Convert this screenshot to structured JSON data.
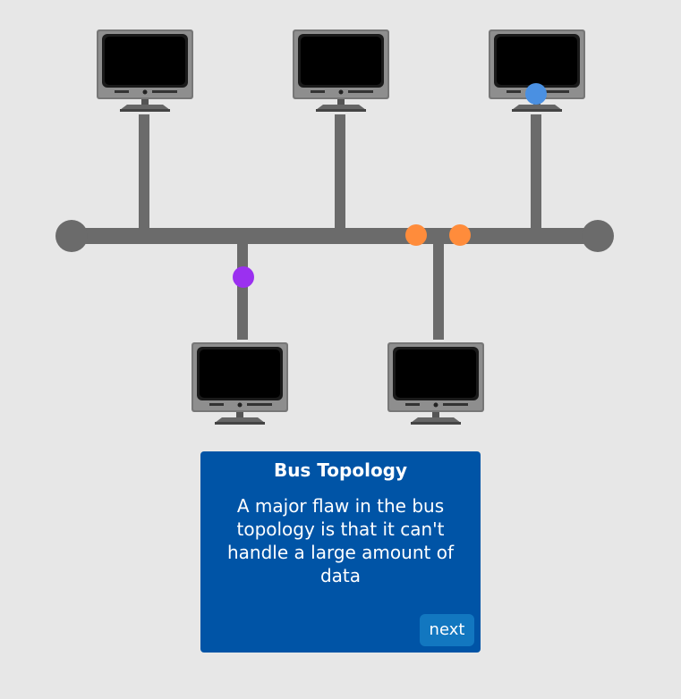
{
  "card": {
    "title": "Bus Topology",
    "body": "A major flaw in the bus topology is that it can't handle a large amount of data",
    "next_label": "next"
  },
  "colors": {
    "background": "#e7e7e7",
    "bus_cable": "#6b6b6b",
    "card_background": "#0054a6",
    "next_button": "#1277c0",
    "packet_orange": "#ff8c3b",
    "packet_purple": "#9b30f0",
    "packet_blue": "#4a90e2"
  },
  "icons": {
    "computer": "monitor-icon",
    "terminator": "bus-terminator-icon",
    "packet": "data-packet-icon"
  }
}
